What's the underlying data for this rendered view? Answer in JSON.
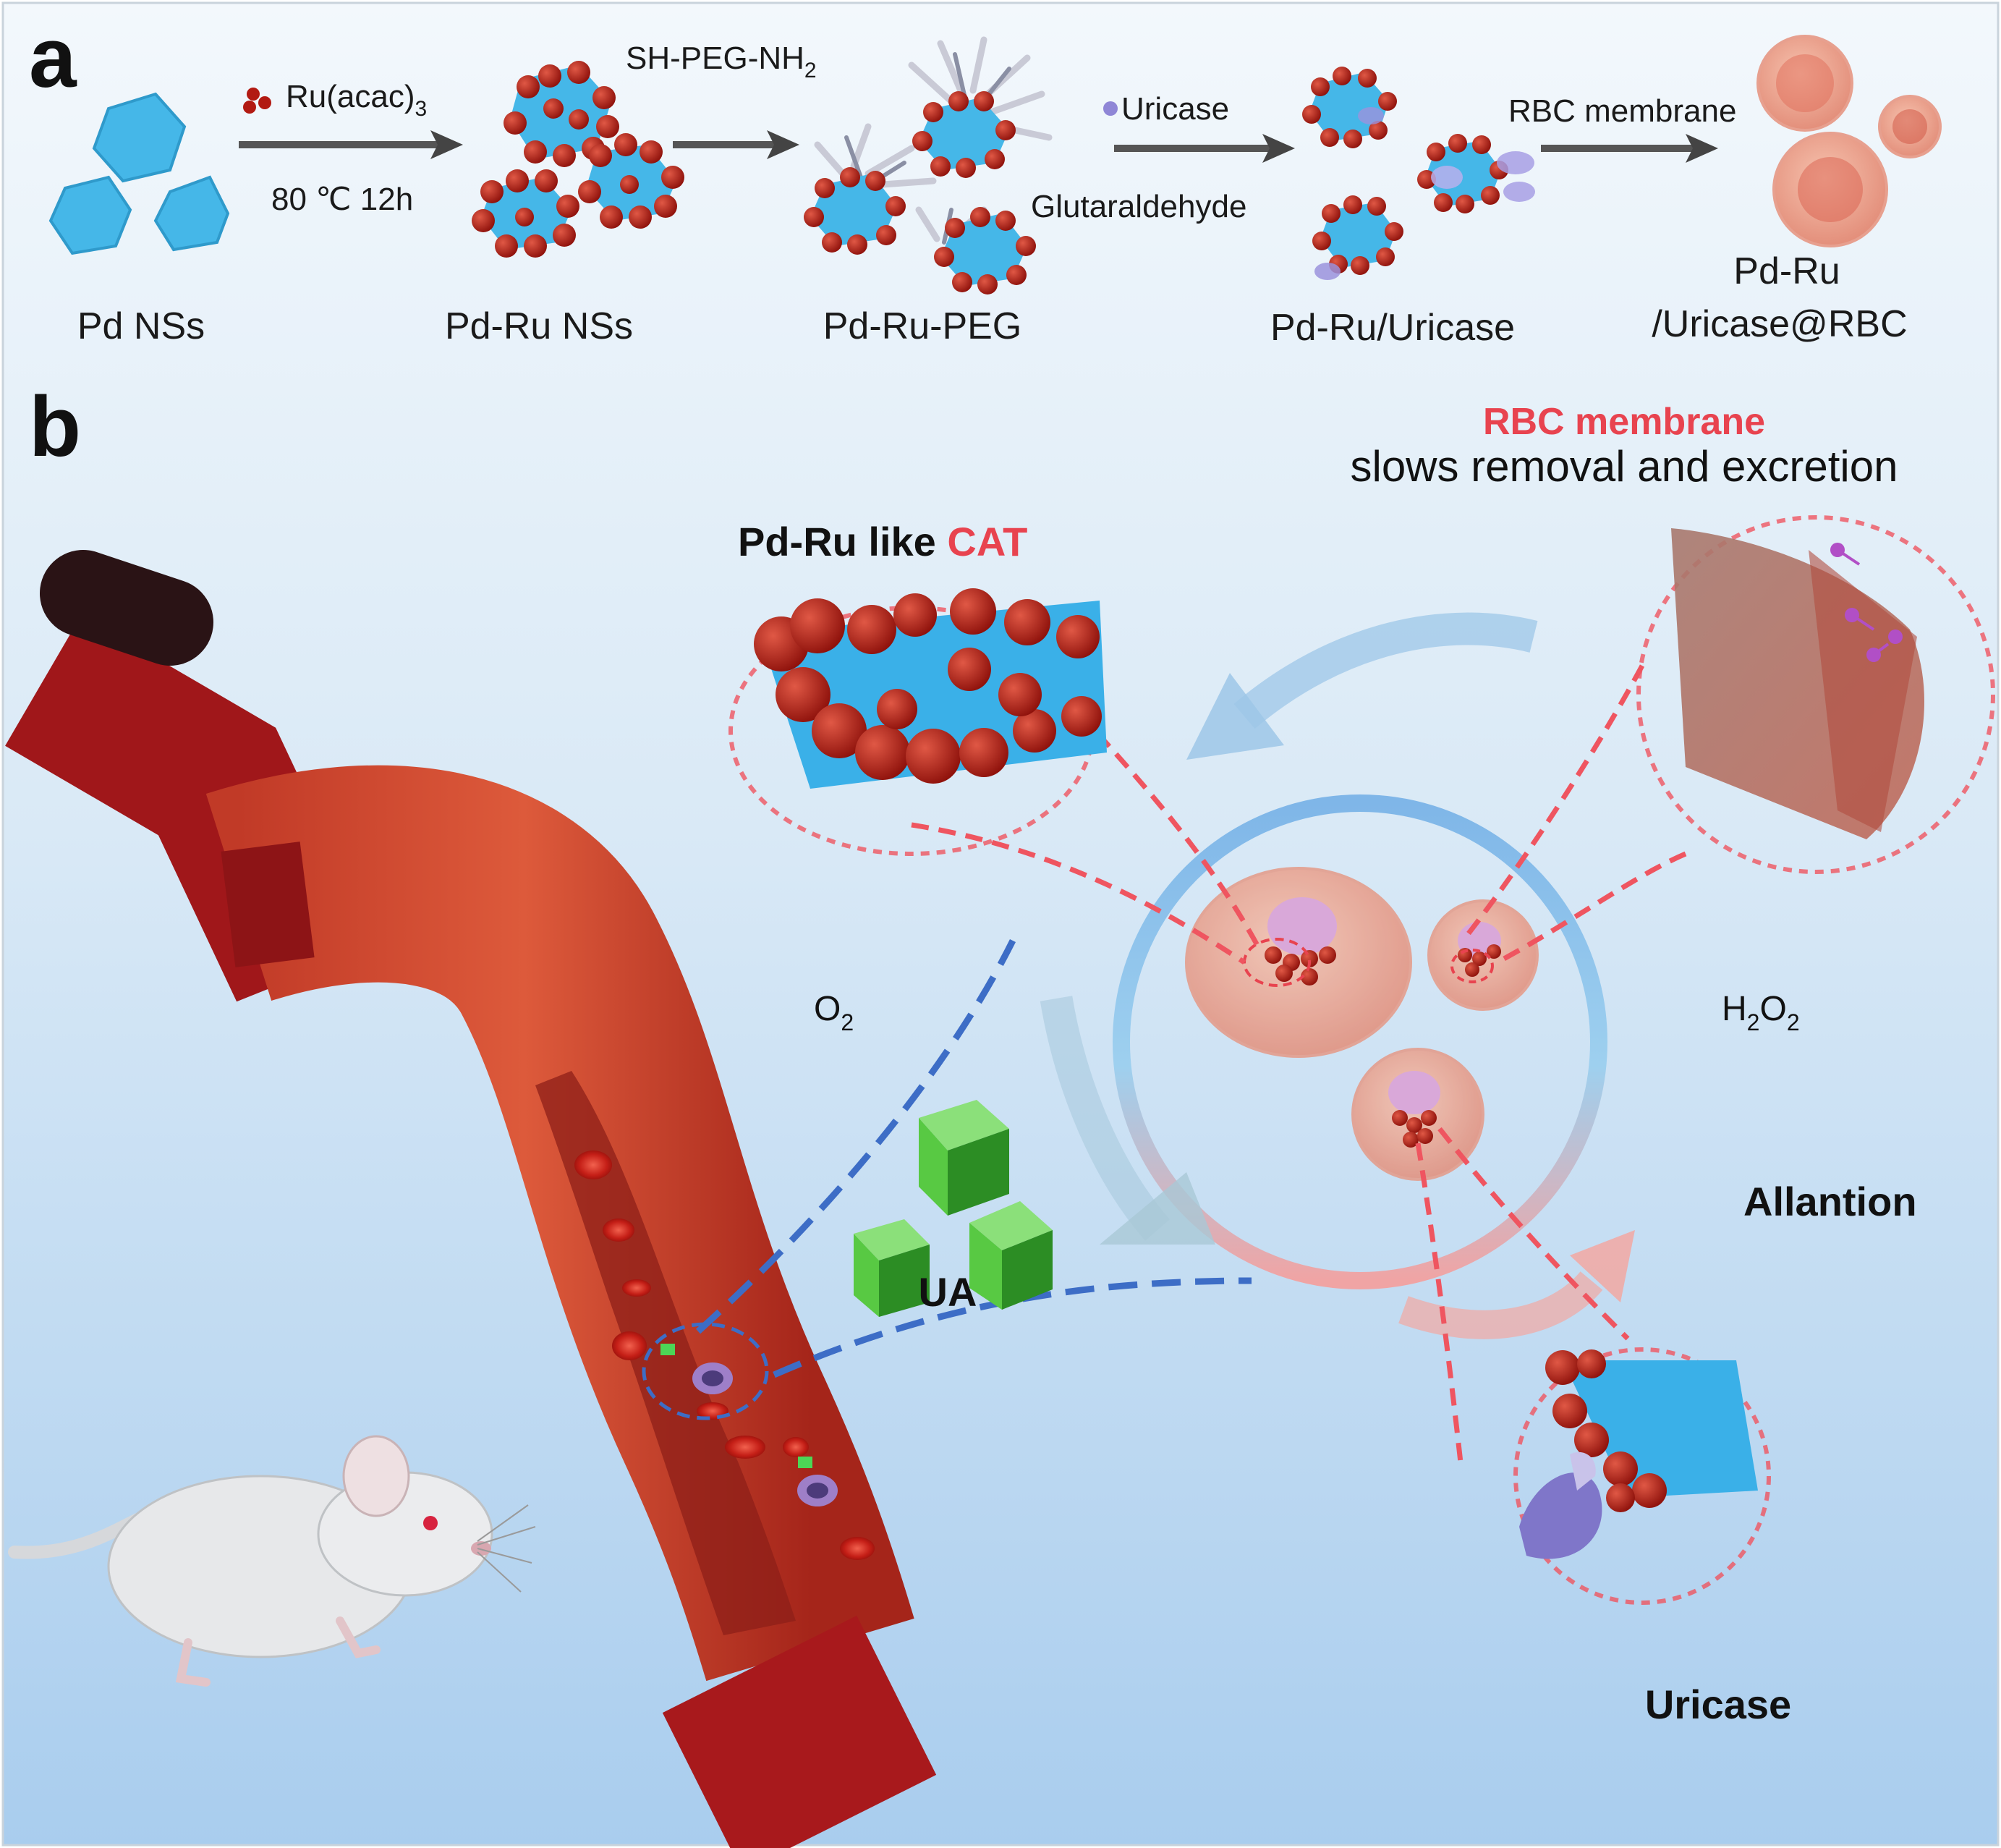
{
  "panel_a": {
    "label": "a",
    "steps": [
      {
        "name": "Pd NSs"
      },
      {
        "name": "Pd-Ru NSs"
      },
      {
        "name": "Pd-Ru-PEG"
      },
      {
        "name": "Pd-Ru/Uricase"
      },
      {
        "name_line1": "Pd-Ru",
        "name_line2": "/Uricase@RBC"
      }
    ],
    "arrows": [
      {
        "label": "Ru(acac)",
        "subscript": "3",
        "condition": "80 ℃ 12h"
      },
      {
        "label": "SH-PEG-NH",
        "subscript": "2"
      },
      {
        "label": "Uricase",
        "sublabel": "Glutaraldehyde"
      },
      {
        "label": "RBC membrane"
      }
    ]
  },
  "panel_b": {
    "label": "b",
    "rbc_title": "RBC membrane",
    "rbc_subtitle": "slows removal and excretion",
    "cat_prefix": "Pd-Ru  like ",
    "cat_highlight": "CAT",
    "o2_main": "O",
    "o2_sub": "2",
    "h2o2_a": "H",
    "h2o2_sub1": "2",
    "h2o2_b": "O",
    "h2o2_sub2": "2",
    "ua": "UA",
    "allantion": "Allantion",
    "uricase": "Uricase"
  },
  "colors": {
    "pd_blue": "#3fb0e3",
    "ru_red": "#a8160f",
    "highlight_red": "#e8434f",
    "vessel_red": "#b3211c",
    "ua_green": "#58c943",
    "uricase_purple": "#8f86d6"
  }
}
